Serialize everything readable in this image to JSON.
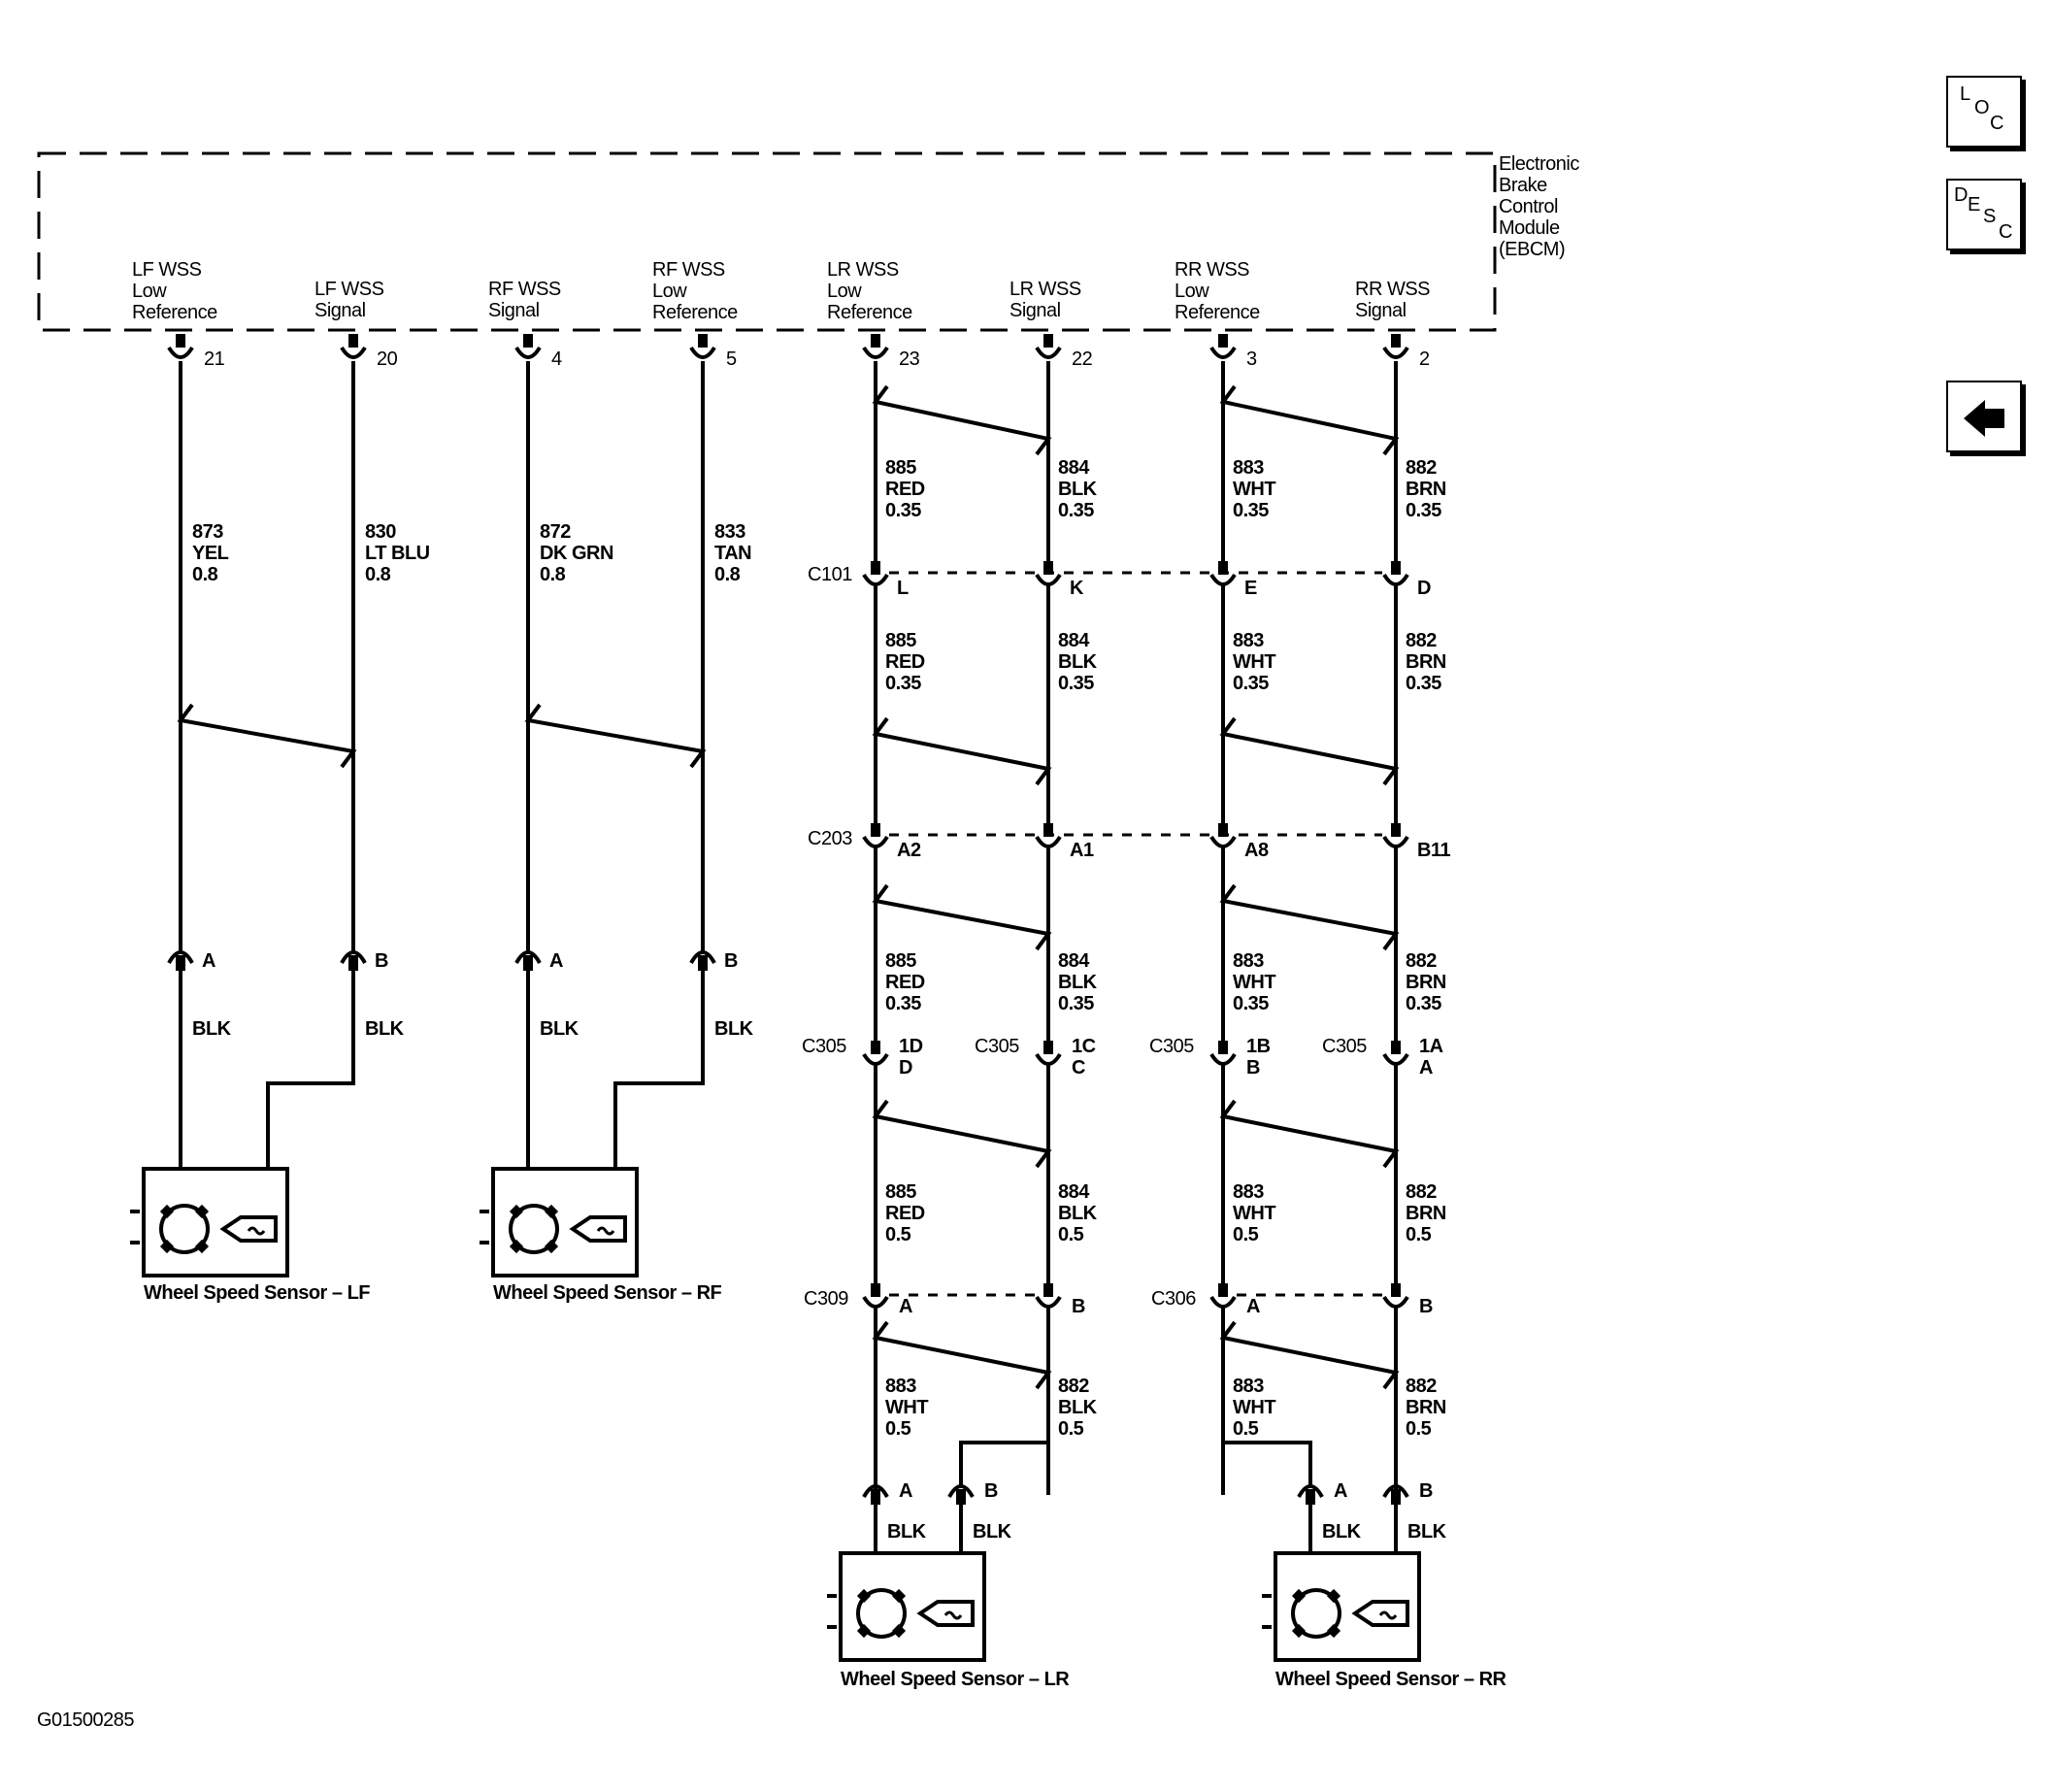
{
  "module": {
    "lines": [
      "Electronic",
      "Brake",
      "Control",
      "Module",
      "(EBCM)"
    ]
  },
  "pins": [
    {
      "lines": [
        "LF WSS",
        "Low",
        "Reference"
      ],
      "pin": "21"
    },
    {
      "lines": [
        "LF WSS",
        "Signal"
      ],
      "pin": "20"
    },
    {
      "lines": [
        "RF WSS",
        "Signal"
      ],
      "pin": "4"
    },
    {
      "lines": [
        "RF WSS",
        "Low",
        "Reference"
      ],
      "pin": "5"
    },
    {
      "lines": [
        "LR WSS",
        "Low",
        "Reference"
      ],
      "pin": "23"
    },
    {
      "lines": [
        "LR WSS",
        "Signal"
      ],
      "pin": "22"
    },
    {
      "lines": [
        "RR WSS",
        "Low",
        "Reference"
      ],
      "pin": "3"
    },
    {
      "lines": [
        "RR WSS",
        "Signal"
      ],
      "pin": "2"
    }
  ],
  "front_wires": [
    {
      "circuit": "873",
      "color": "YEL",
      "gauge": "0.8",
      "sensor_pin": "A",
      "sensor_wire": "BLK"
    },
    {
      "circuit": "830",
      "color": "LT BLU",
      "gauge": "0.8",
      "sensor_pin": "B",
      "sensor_wire": "BLK"
    },
    {
      "circuit": "872",
      "color": "DK GRN",
      "gauge": "0.8",
      "sensor_pin": "A",
      "sensor_wire": "BLK"
    },
    {
      "circuit": "833",
      "color": "TAN",
      "gauge": "0.8",
      "sensor_pin": "B",
      "sensor_wire": "BLK"
    }
  ],
  "rear_wires": [
    {
      "seg1": [
        "885",
        "RED",
        "0.35"
      ],
      "c101": "L",
      "seg2": [
        "885",
        "RED",
        "0.35"
      ],
      "c203": "A2",
      "seg3": [
        "885",
        "RED",
        "0.35"
      ],
      "c305_name": "C305",
      "c305_top": "1D",
      "c305_bot": "D",
      "seg4": [
        "885",
        "RED",
        "0.5"
      ],
      "low_pin": "A",
      "seg5": [
        "883",
        "WHT",
        "0.5"
      ],
      "sensor_pin": "A",
      "sensor_wire": "BLK"
    },
    {
      "seg1": [
        "884",
        "BLK",
        "0.35"
      ],
      "c101": "K",
      "seg2": [
        "884",
        "BLK",
        "0.35"
      ],
      "c203": "A1",
      "seg3": [
        "884",
        "BLK",
        "0.35"
      ],
      "c305_name": "C305",
      "c305_top": "1C",
      "c305_bot": "C",
      "seg4": [
        "884",
        "BLK",
        "0.5"
      ],
      "low_pin": "B",
      "seg5": [
        "882",
        "BLK",
        "0.5"
      ],
      "sensor_pin": "B",
      "sensor_wire": "BLK"
    },
    {
      "seg1": [
        "883",
        "WHT",
        "0.35"
      ],
      "c101": "E",
      "seg2": [
        "883",
        "WHT",
        "0.35"
      ],
      "c203": "A8",
      "seg3": [
        "883",
        "WHT",
        "0.35"
      ],
      "c305_name": "C305",
      "c305_top": "1B",
      "c305_bot": "B",
      "seg4": [
        "883",
        "WHT",
        "0.5"
      ],
      "low_pin": "A",
      "seg5": [
        "883",
        "WHT",
        "0.5"
      ],
      "sensor_pin": "A",
      "sensor_wire": "BLK"
    },
    {
      "seg1": [
        "882",
        "BRN",
        "0.35"
      ],
      "c101": "D",
      "seg2": [
        "882",
        "BRN",
        "0.35"
      ],
      "c203": "B11",
      "seg3": [
        "882",
        "BRN",
        "0.35"
      ],
      "c305_name": "C305",
      "c305_top": "1A",
      "c305_bot": "A",
      "seg4": [
        "882",
        "BRN",
        "0.5"
      ],
      "low_pin": "B",
      "seg5": [
        "882",
        "BRN",
        "0.5"
      ],
      "sensor_pin": "B",
      "sensor_wire": "BLK"
    }
  ],
  "connectors": {
    "c101": "C101",
    "c203": "C203",
    "c309": "C309",
    "c306": "C306"
  },
  "sensors": {
    "lf": "Wheel Speed Sensor – LF",
    "rf": "Wheel Speed Sensor – RF",
    "lr": "Wheel Speed Sensor – LR",
    "rr": "Wheel Speed Sensor – RR"
  },
  "figure_id": "G01500285",
  "nav": {
    "loc": {
      "c1": "L",
      "c2": "O",
      "c3": "C"
    },
    "desc": {
      "c1": "D",
      "c2": "E",
      "c3": "S",
      "c4": "C"
    }
  }
}
